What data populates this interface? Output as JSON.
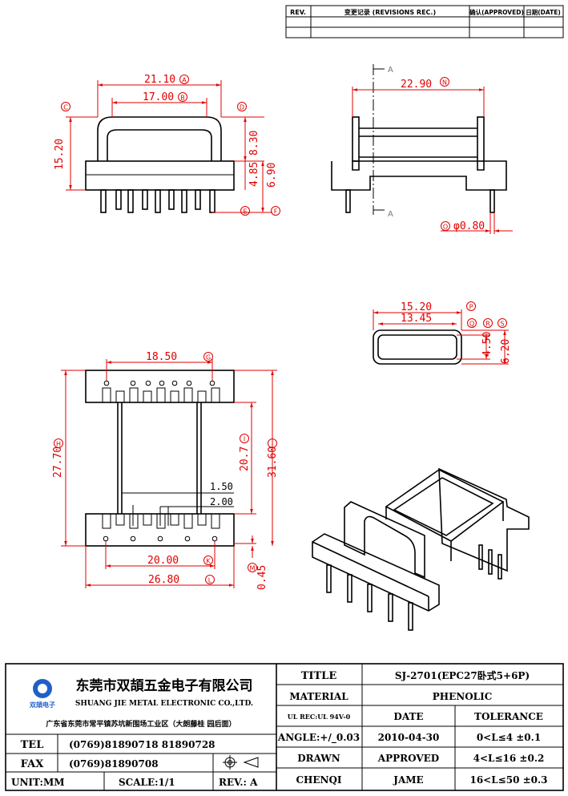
{
  "revision_table": {
    "rev_header": "REV.",
    "change_header": "变更记录 (REVISIONS REC.)",
    "approved_header": "确认(APPROVED)",
    "date_header": "日期(DATE)"
  },
  "dimensions": {
    "front_width_A": "21.10",
    "front_width_B": "17.00",
    "front_height_C": "15.20",
    "front_h_8_30": "8.30",
    "front_h_4_85": "4.85",
    "front_h_6_90": "6.90",
    "side_width_N": "22.90",
    "pin_dia_O": "φ0.80",
    "section_line_label": "A",
    "section_outer_P": "15.20",
    "section_inner_Q": "13.45",
    "section_h_4_50": "4.50",
    "section_h_6_20": "6.20",
    "bottom_span_G": "18.50",
    "bottom_len_H": "27.70",
    "bottom_inner_I": "20.7",
    "bottom_len_J": "31.60",
    "gap_1_50": "1.50",
    "gap_2_00": "2.00",
    "pin_span_K": "20.00",
    "base_width_L": "26.80",
    "thk_M": "0.45"
  },
  "markers": {
    "A": "A",
    "B": "B",
    "C": "C",
    "D": "D",
    "E": "E",
    "F": "F",
    "G": "G",
    "H": "H",
    "I": "I",
    "J": "J",
    "K": "K",
    "L": "L",
    "M": "M",
    "N": "N",
    "O": "O",
    "P": "P",
    "Q": "Q",
    "R": "R",
    "S": "S"
  },
  "title_block": {
    "company_cn": "东莞市双頡五金电子有限公司",
    "company_en": "SHUANG JIE METAL ELECTRONIC CO.,LTD.",
    "logo_text": "双頡电子",
    "address": "广东省东莞市常平镇苏坑新围场工业区（大朗藤桂 园后面）",
    "tel_label": "TEL",
    "tel_value": "(0769)81890718  81890728",
    "fax_label": "FAX",
    "fax_value": "(0769)81890708",
    "unit": "UNIT:MM",
    "scale": "SCALE:1/1",
    "rev": "REV.: A",
    "title_label": "TITLE",
    "title_value": "SJ-2701(EPC27卧式5+6P)",
    "material_label": "MATERIAL",
    "material_value": "PHENOLIC",
    "ul_label": "UL REC:UL 94V-0",
    "date_label": "DATE",
    "tolerance_label": "TOLERANCE",
    "angle": "ANGLE:+/_0.03",
    "date_value": "2010-04-30",
    "tol1": "0<L≤4   ±0.1",
    "drawn_label": "DRAWN",
    "approved_label": "APPROVED",
    "tol2": "4<L≤16  ±0.2",
    "drawn_name": "CHENQI",
    "approved_name": "JAME",
    "tol3": "16<L≤50  ±0.3"
  }
}
